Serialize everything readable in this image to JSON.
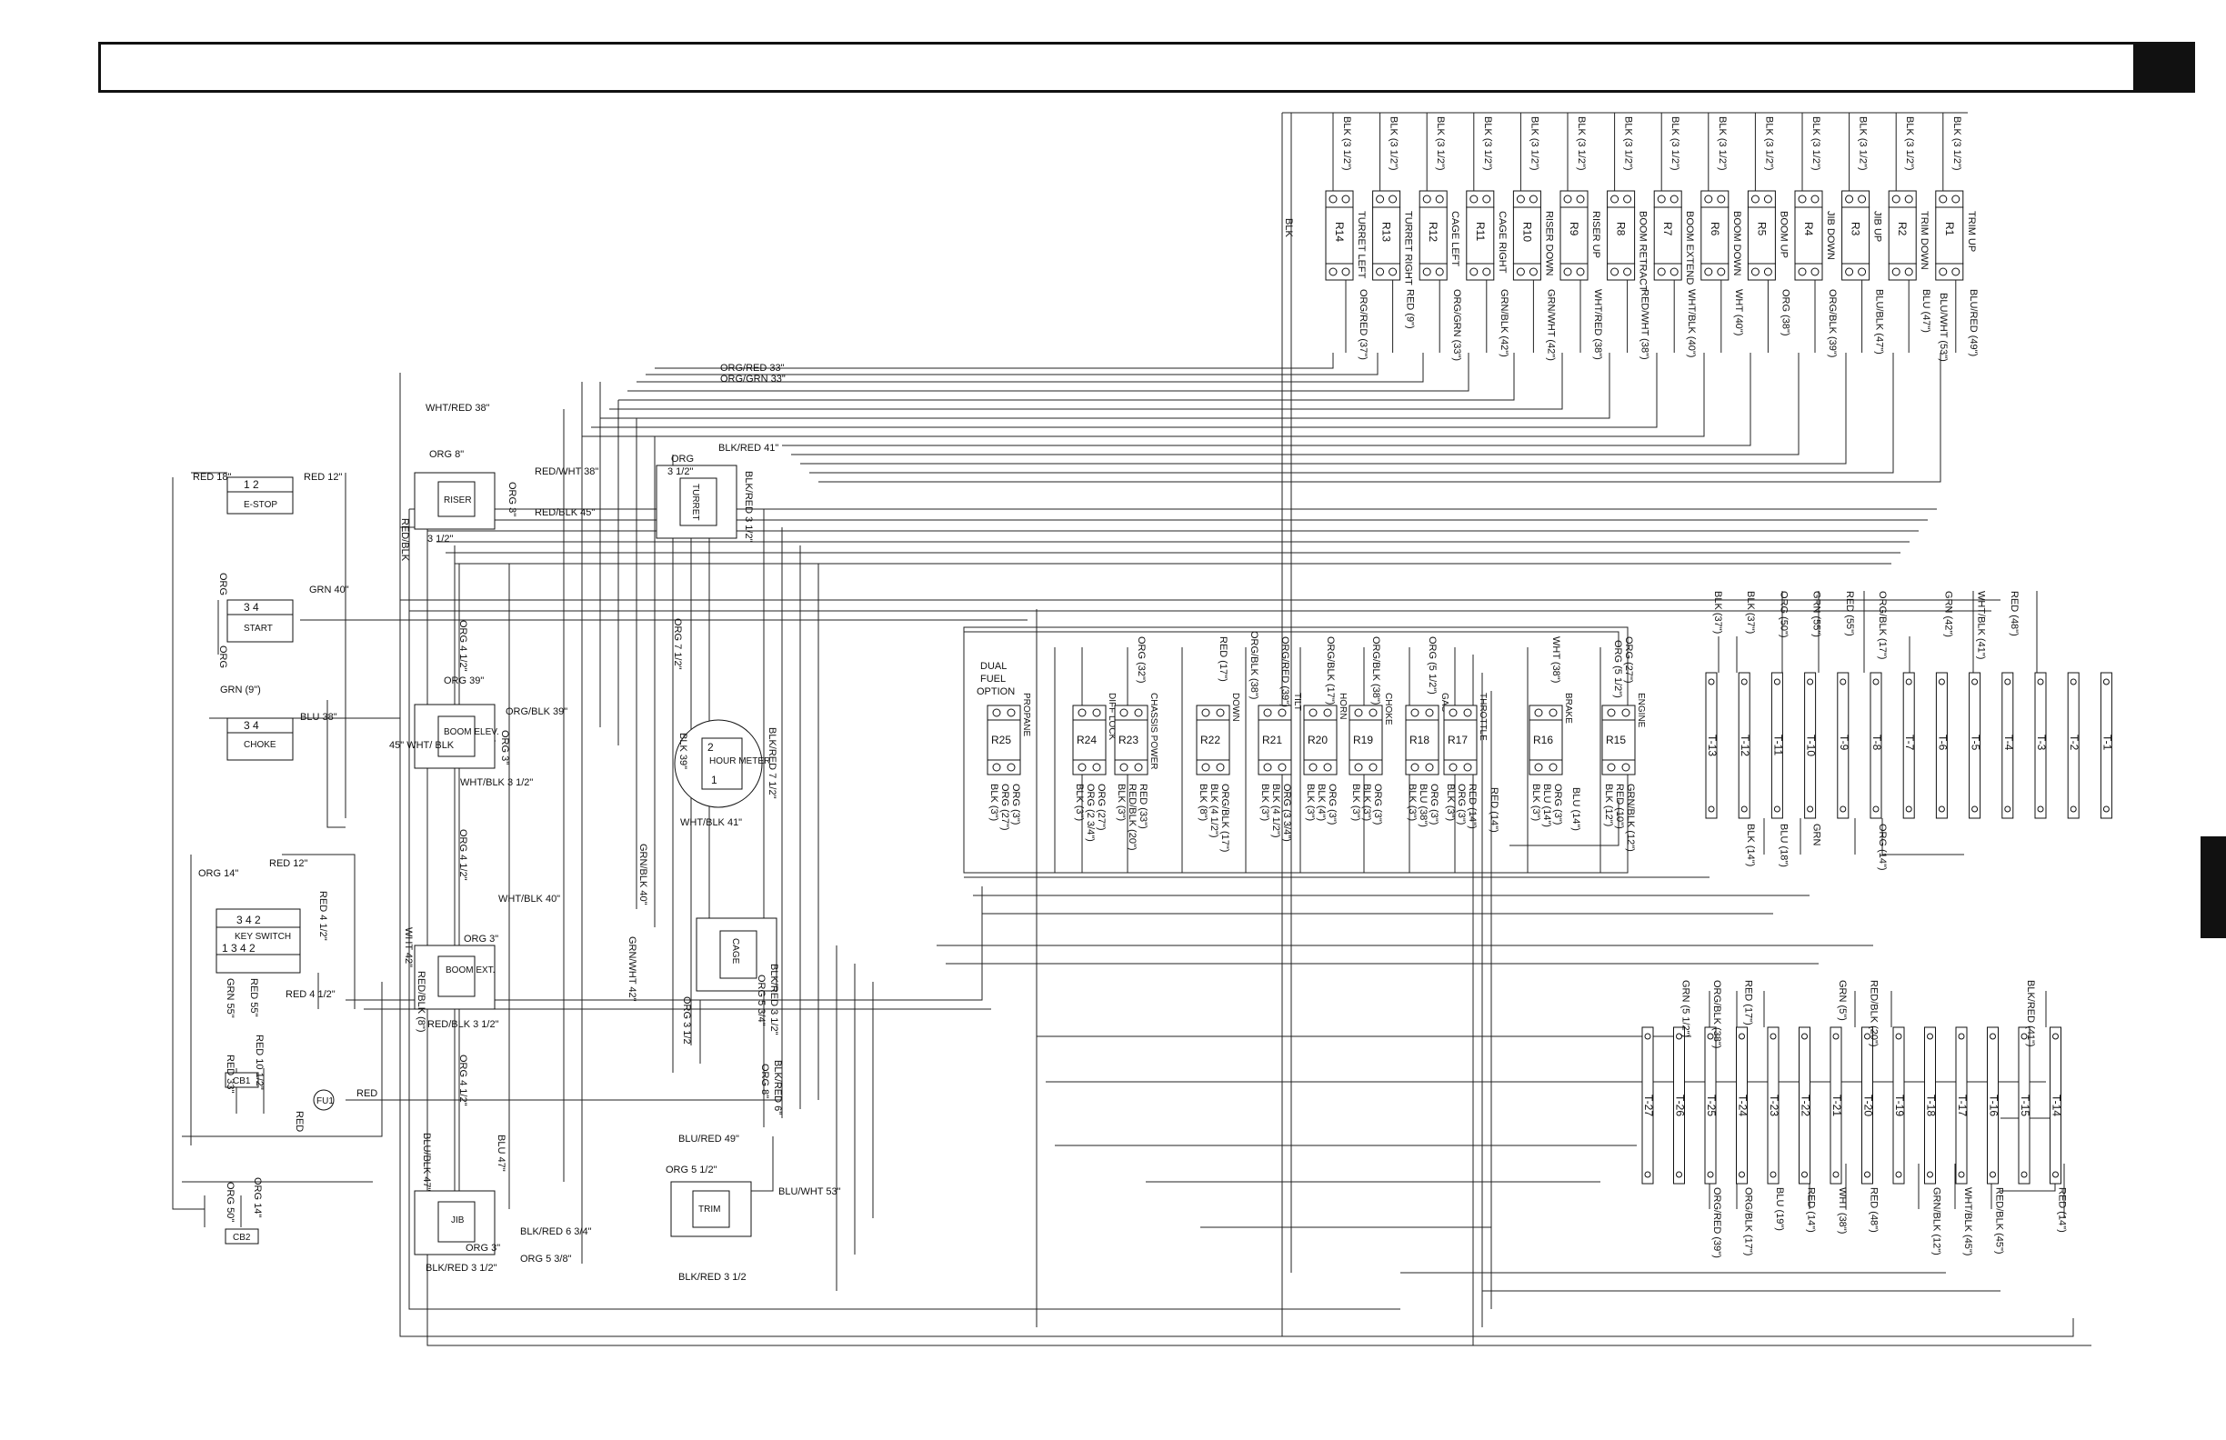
{
  "switches": {
    "estop": {
      "name": "E-STOP",
      "contacts": "1 2",
      "in_wire": "RED 18\"",
      "out_wire": "RED 12\""
    },
    "start": {
      "name": "START",
      "contacts": "3 4",
      "in_wire": "ORG",
      "out_wire": "GRN 40\"",
      "bottom_wire": "ORG"
    },
    "choke": {
      "name": "CHOKE",
      "contacts": "3 4",
      "in_wire": "GRN (9\")",
      "out_wire": "BLU 38\""
    },
    "key": {
      "name": "KEY SWITCH",
      "row1": "3  4 2",
      "row2": "1  3  4 2",
      "in_wire": "ORG 14\"",
      "top_wire": "RED 12\"",
      "right_wire": "RED 4 1/2\"",
      "bottom_left": "GRN 55\"",
      "bottom_mid": "RED 55\"",
      "bottom_right": "RED  4 1/2\""
    },
    "cb1": {
      "name": "CB1",
      "wire_a": "RED 33\"",
      "wire_b": "RED 10 1/2\""
    },
    "cb2": {
      "name": "CB2",
      "wire_a": "ORG 50\"",
      "wire_b": "ORG 14\""
    },
    "fu1": {
      "name": "FU1",
      "wire_a": "RED",
      "wire_b": "RED"
    }
  },
  "toggles": {
    "riser": {
      "name": "RISER",
      "top": "ORG 8\"",
      "right_top": "RED/WHT  38\"",
      "right": "ORG 3\"",
      "right_low": "RED/BLK 45\"",
      "bottom": "3 1/2\"",
      "left": "RED/BLK",
      "lead": "WHT/RED 38\""
    },
    "turret": {
      "name": "TURRET",
      "top": "ORG",
      "top2": "3 1/2\"",
      "top_right": "BLK/RED 41\"",
      "right": "BLK/RED 3 1/2\""
    },
    "boom_elev": {
      "name": "BOOM ELEV.",
      "top": "ORG 39\"",
      "right_top": "ORG/BLK 39\"",
      "right": "ORG 3\"",
      "bottom": "WHT/BLK 3 1/2\"",
      "left": "45\" WHT/ BLK"
    },
    "hour_meter": {
      "name": "HOUR METER",
      "term_a": "2",
      "term_b": "1",
      "top_left": "BLK 39\"",
      "top_right": "BLK/RED 7 1/2\"",
      "bottom": "WHT/BLK 41\""
    },
    "boom_ext": {
      "name": "BOOM EXT.",
      "top": "ORG 3\"",
      "top_wire": "WHT/BLK 40\"",
      "bottom": "RED/BLK 3 1/2\"",
      "left": "WHT 42\"",
      "left2": "RED/BLK (8\")"
    },
    "cage": {
      "name": "CAGE",
      "left": "GRN/BLK 40\"",
      "right": "BLK/RED 3 1/2\"",
      "right2": "ORG 5 3/4\"",
      "bottom": "ORG 3 1/2",
      "left2": "GRN/WHT 42\""
    },
    "jib": {
      "name": "JIB",
      "top_left": "BLU/BLK 47\"",
      "top_right": "BLU 47\"",
      "right": "ORG  3\"",
      "right2": "BLK/RED 6 3/4\"",
      "right3": "ORG 5 3/8\"",
      "bottom": "BLK/RED 3 1/2\""
    },
    "trim": {
      "name": "TRIM",
      "top": "ORG 5 1/2\"",
      "top_wire": "BLU/RED 49\"",
      "right": "BLU/WHT 53\"",
      "bottom": "BLK/RED 3 1/2"
    }
  },
  "loose_labels": {
    "org_red_33": "ORG/RED  33\"",
    "org_grn_33": "ORG/GRN  33\"",
    "org_4half_a": "ORG 4 1/2\"",
    "org_4half_b": "ORG 4 1/2\"",
    "org_4half_c": "ORG 4 1/2\"",
    "org_7half": "ORG 7 1/2\"",
    "blk_red_6": "BLK/RED 6\"",
    "org_8": "ORG 8\""
  },
  "top_relays": [
    {
      "id": "R14",
      "func": "TURRET LEFT",
      "wire": "BLK (3 1/2\")",
      "lead": "ORG/RED (37\")"
    },
    {
      "id": "R13",
      "func": "TURRET RIGHT",
      "wire": "BLK (3 1/2\")",
      "lead": "RED (9\")"
    },
    {
      "id": "R12",
      "func": "CAGE LEFT",
      "wire": "BLK (3 1/2\")",
      "lead": "ORG/GRN (33\")"
    },
    {
      "id": "R11",
      "func": "CAGE RIGHT",
      "wire": "BLK (3 1/2\")",
      "lead": "GRN/BLK (42\")"
    },
    {
      "id": "R10",
      "func": "RISER DOWN",
      "wire": "BLK (3 1/2\")",
      "lead": "GRN/WHT (42\")"
    },
    {
      "id": "R9",
      "func": "RISER UP",
      "wire": "BLK (3 1/2\")",
      "lead": "WHT/RED (38\")"
    },
    {
      "id": "R8",
      "func": "BOOM RETRACT",
      "wire": "BLK (3 1/2\")",
      "lead": "RED/WHT (38\")"
    },
    {
      "id": "R7",
      "func": "BOOM EXTEND",
      "wire": "BLK (3 1/2\")",
      "lead": "WHT/BLK (40\")"
    },
    {
      "id": "R6",
      "func": "BOOM DOWN",
      "wire": "BLK (3 1/2\")",
      "lead": "WHT (40\")"
    },
    {
      "id": "R5",
      "func": "BOOM UP",
      "wire": "BLK (3 1/2\")",
      "lead": "ORG (38\")"
    },
    {
      "id": "R4",
      "func": "JIB DOWN",
      "wire": "BLK (3 1/2\")",
      "lead": "ORG/BLK (39\")"
    },
    {
      "id": "R3",
      "func": "JIB UP",
      "wire": "BLK (3 1/2\")",
      "lead": "BLU/BLK (47\")"
    },
    {
      "id": "R2",
      "func": "TRIM DOWN",
      "wire": "BLK (3 1/2\")",
      "lead": "BLU (47\")"
    },
    {
      "id": "R1",
      "func": "TRIM UP",
      "wire": "BLK (3 1/2\")",
      "lead": "BLU/RED (49\")"
    }
  ],
  "top_relay_extra": {
    "blk": "BLK",
    "last_lead": "BLU/WHT (53\")"
  },
  "dual_fuel": {
    "title_1": "DUAL",
    "title_2": "FUEL",
    "title_3": "OPTION"
  },
  "mid_relays": [
    {
      "id": "R25",
      "func": "PROPANE",
      "wire_top": "",
      "b1": "BLK (3\")",
      "b2": "ORG (27\")",
      "b3": "ORG (3\")"
    },
    {
      "id": "R24",
      "func": "DIFF LOCK",
      "wire_top": "",
      "b1": "BLK (3\")",
      "b2": "ORG (2 3/4\")",
      "b3": "ORG (27\")"
    },
    {
      "id": "R23",
      "func": "CHASSIS POWER",
      "wire_top": "ORG (32\")",
      "b1": "BLK (3\")",
      "b2": "RED/BLK (20\")",
      "b3": "RED (33\")"
    },
    {
      "id": "R22",
      "func": "DOWN",
      "wire_top": "RED (17\")",
      "b1": "BLK (8\")",
      "b2": "BLK (4 1/2\")",
      "b3": "ORG/BLK (17\")"
    },
    {
      "id": "R21",
      "func": "TILT",
      "wire_top": "ORG/RED (39\")",
      "b1": "BLK (3\")",
      "b2": "BLK (4 1/2\")",
      "b3": "ORG (3 3/4\")"
    },
    {
      "id": "R20",
      "func": "HORN",
      "wire_top": "ORG/BLK (17\")",
      "b1": "BLK (3\")",
      "b2": "BLK (4\")",
      "b3": "ORG (3\")"
    },
    {
      "id": "R19",
      "func": "CHOKE",
      "wire_top": "ORG/BLK (38\")",
      "b1": "BLK (3\")",
      "b2": "BLK (3\")",
      "b3": "ORG (3\")"
    },
    {
      "id": "R18",
      "func": "GAS",
      "wire_top": "ORG (5 1/2\")",
      "b1": "BLK (3\")",
      "b2": "BLU (38\")",
      "b3": "ORG (3\")"
    },
    {
      "id": "R17",
      "func": "THROTTLE",
      "wire_top": "",
      "b1": "BLK (3\")",
      "b2": "ORG (3\")",
      "b3": "RED (14\")"
    },
    {
      "id": "R16",
      "func": "BRAKE",
      "wire_top": "WHT (38\")",
      "b1": "BLK (3\")",
      "b2": "BLU (14\")",
      "b3": "ORG (3\")"
    },
    {
      "id": "R15",
      "func": "ENGINE",
      "wire_top": "ORG (27\")",
      "b1": "BLK (12\")",
      "b2": "RED (10\")",
      "b3": "GRN/BLK (12\")"
    }
  ],
  "mid_extra": {
    "r15_top2": "ORG (5 1/2\")",
    "r22_sub": "ORG/BLK (38\")",
    "r17_b4": "RED (14\")",
    "r16_b4": "BLU (14\")"
  },
  "terminals_upper": [
    {
      "id": "T-13",
      "top": "BLK (37\")",
      "bottom": ""
    },
    {
      "id": "T-12",
      "top": "BLK (37\")",
      "bottom": "BLK (14\")"
    },
    {
      "id": "T-11",
      "top": "ORG (50\")",
      "bottom": "BLU (18\")"
    },
    {
      "id": "T-10",
      "top": "GRN (55\")",
      "bottom": "GRN"
    },
    {
      "id": "T-9",
      "top": "RED (55\")",
      "bottom": ""
    },
    {
      "id": "T-8",
      "top": "ORG/BLK (17\")",
      "bottom": "ORG (14\")"
    },
    {
      "id": "T-7",
      "top": "",
      "bottom": ""
    },
    {
      "id": "T-6",
      "top": "GRN (42\")",
      "bottom": ""
    },
    {
      "id": "T-5",
      "top": "WHT/BLK (41\")",
      "bottom": ""
    },
    {
      "id": "T-4",
      "top": "RED (48\")",
      "bottom": ""
    },
    {
      "id": "T-3",
      "top": "",
      "bottom": ""
    },
    {
      "id": "T-2",
      "top": "",
      "bottom": ""
    },
    {
      "id": "T-1",
      "top": "",
      "bottom": ""
    }
  ],
  "terminals_lower": [
    {
      "id": "T-27",
      "top": "",
      "bottom": ""
    },
    {
      "id": "T-26",
      "top": "GRN (5 1/2\")",
      "bottom": ""
    },
    {
      "id": "T-25",
      "top": "ORG/BLK (38\")",
      "bottom": "ORG/RED (39\")"
    },
    {
      "id": "T-24",
      "top": "RED (17\")",
      "bottom": "ORG/BLK (17\")"
    },
    {
      "id": "T-23",
      "top": "",
      "bottom": "BLU (19\")"
    },
    {
      "id": "T-22",
      "top": "",
      "bottom": "RED (14\")"
    },
    {
      "id": "T-21",
      "top": "GRN (5\")",
      "bottom": "WHT (38\")"
    },
    {
      "id": "T-20",
      "top": "RED/BLK (20\")",
      "bottom": "RED (48\")"
    },
    {
      "id": "T-19",
      "top": "",
      "bottom": ""
    },
    {
      "id": "T-18",
      "top": "",
      "bottom": "GRN/BLK (12\")"
    },
    {
      "id": "T-17",
      "top": "",
      "bottom": "WHT/BLK (45\")"
    },
    {
      "id": "T-16",
      "top": "",
      "bottom": "RED/BLK (45\")"
    },
    {
      "id": "T-15",
      "top": "BLK/RED (41\")",
      "bottom": ""
    },
    {
      "id": "T-14",
      "top": "",
      "bottom": "RED (14\")"
    }
  ]
}
